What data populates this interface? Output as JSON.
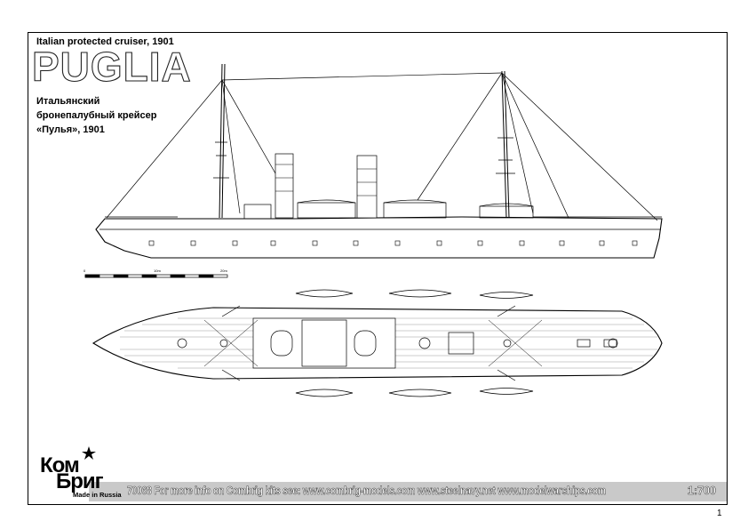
{
  "header": {
    "subtitle_en": "Italian protected cruiser, 1901",
    "title": "PUGLIA",
    "ru_line1": "Итальянский",
    "ru_line2": "бронепалубный крейсер",
    "ru_line3": "«Пулья», 1901"
  },
  "scale_bar": {
    "labels": [
      "0",
      "10m",
      "20m"
    ]
  },
  "footer": {
    "info": "70068 For more info on Combrig kits see: www.combrig-models.com www.steelnavy.net www.modelwarships.com",
    "scale": "1:700"
  },
  "logo": {
    "line1": "Ком",
    "line2": "Бриг",
    "sub": "Made in Russia"
  },
  "page_number": "1"
}
